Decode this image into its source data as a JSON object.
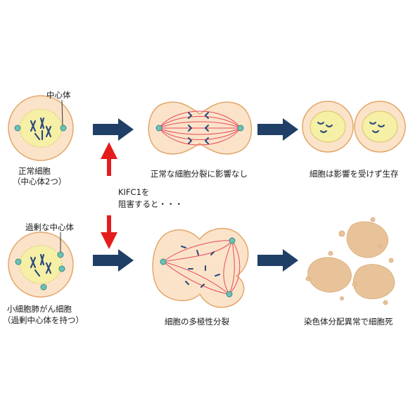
{
  "labels": {
    "centrosome": "中心体",
    "normal_cell_line1": "正常細胞",
    "normal_cell_line2": "（中心体2つ）",
    "normal_division": "正常な細胞分裂に影響なし",
    "normal_result": "細胞は影響を受けず生存",
    "inhibit_line1": "KIFC1を",
    "inhibit_line2": "阻害すると・・・",
    "excess_centrosome": "過剰な中心体",
    "cancer_cell_line1": "小細胞肺がん細胞",
    "cancer_cell_line2": "（過剰中心体を持つ）",
    "multipolar_division": "細胞の多極性分裂",
    "cancer_result": "染色体分配異常で細胞死"
  },
  "colors": {
    "cell_fill": "#fbe3c9",
    "cell_stroke": "#e3a66a",
    "nucleus_fill": "#f6efa6",
    "nucleus_stroke": "#d8c66a",
    "chromosome": "#2a4a7a",
    "centrosome": "#6cc1b6",
    "spindle": "#e84a5a",
    "arrow_navy": "#1f3f66",
    "arrow_red": "#e51c1c",
    "debris": "#e8c39a"
  },
  "icons": {
    "process_arrow": "right-arrow-icon",
    "inhibit_arrows": "up-down-arrow-icon"
  }
}
